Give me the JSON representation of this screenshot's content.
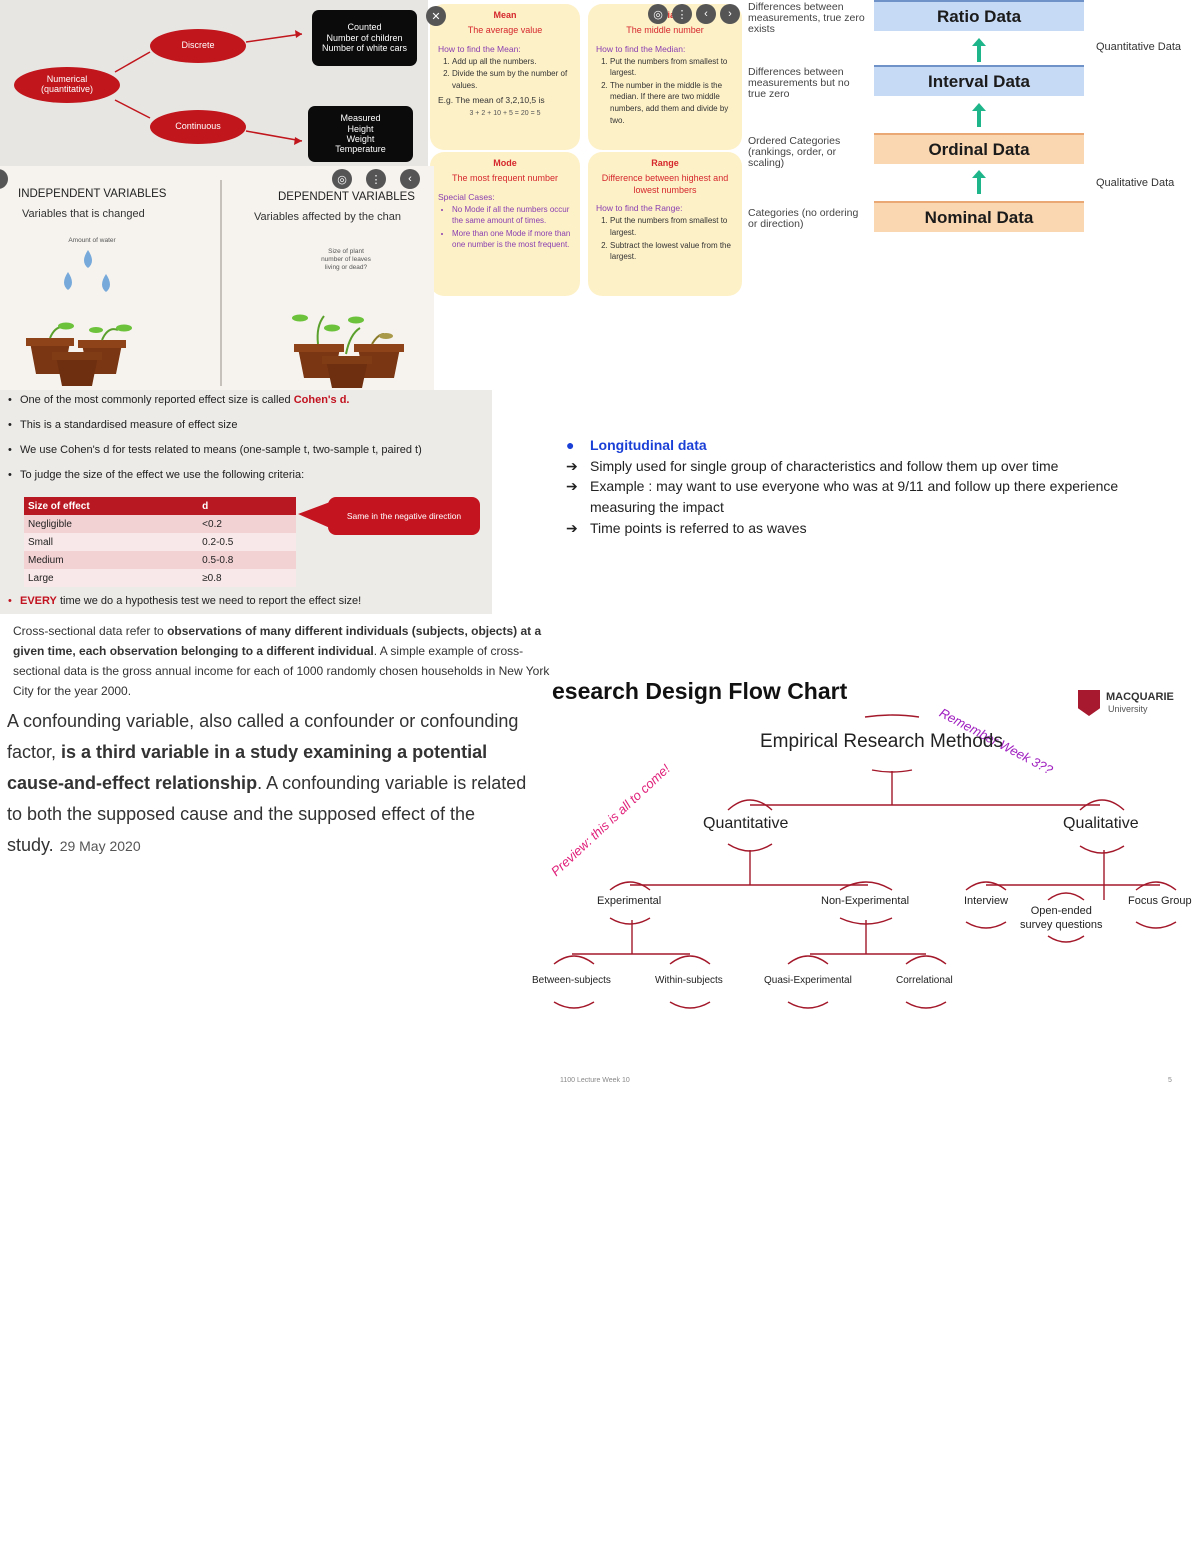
{
  "numerical": {
    "root": "Numerical\n(quantitative)",
    "discrete": "Discrete",
    "continuous": "Continuous",
    "counted": "Counted\nNumber of children\nNumber of white cars",
    "measured": "Measured\nHeight\nWeight\nTemperature"
  },
  "stats_cards": {
    "mean": {
      "title": "Mean",
      "subtitle": "The average value",
      "how": "How to find the Mean:",
      "steps": [
        "Add up all the numbers.",
        "Divide the sum by the number of values."
      ],
      "example": "E.g. The mean of 3,2,10,5 is",
      "formula": "3 + 2 + 10 + 5  =  20  = 5"
    },
    "median": {
      "title": "Median",
      "subtitle": "The middle number",
      "how": "How to find the Median:",
      "steps": [
        "Put the numbers from smallest to largest.",
        "The number in the middle is the median. If there are two middle numbers, add them and divide by two."
      ]
    },
    "mode": {
      "title": "Mode",
      "subtitle": "The most frequent number",
      "how": "Special Cases:",
      "steps": [
        "No Mode if all the numbers occur the same amount of times.",
        "More than one Mode if more than one number is the most frequent."
      ]
    },
    "range": {
      "title": "Range",
      "subtitle": "Difference between highest and lowest numbers",
      "how": "How to find the Range:",
      "steps": [
        "Put the numbers from smallest to largest.",
        "Subtract the lowest value from the largest."
      ]
    }
  },
  "levels": {
    "ratio": {
      "desc": "Differences between measurements, true zero exists",
      "label": "Ratio Data"
    },
    "interval": {
      "desc": "Differences between measurements but no true zero",
      "label": "Interval Data"
    },
    "ordinal": {
      "desc": "Ordered Categories (rankings, order, or scaling)",
      "label": "Ordinal Data"
    },
    "nominal": {
      "desc": "Categories (no ordering or direction)",
      "label": "Nominal Data"
    },
    "quantitative": "Quantitative Data",
    "qualitative": "Qualitative Data",
    "arrow_color": "#1fb58a"
  },
  "variables": {
    "independent_title": "INDEPENDENT VARIABLES",
    "independent_sub": "Variables that is changed",
    "independent_note": "Amount of water",
    "dependent_title": "DEPENDENT VARIABLES",
    "dependent_sub": "Variables affected by the chan",
    "dependent_note": "Size of plant\nnumber of leaves\nliving or dead?"
  },
  "cohen": {
    "b1_pre": "One of the most commonly reported effect size is called ",
    "b1_em": "Cohen's d.",
    "b2": "This is a standardised measure of effect size",
    "b3": "We use Cohen's d for tests related to means (one-sample t, two-sample t, paired t)",
    "b4": "To judge the size of the effect we use the following criteria:",
    "table_headers": [
      "Size of effect",
      "d"
    ],
    "rows": [
      [
        "Negligible",
        "<0.2"
      ],
      [
        "Small",
        "0.2-0.5"
      ],
      [
        "Medium",
        "0.5-0.8"
      ],
      [
        "Large",
        "≥0.8"
      ]
    ],
    "callout": "Same in the negative direction",
    "b5_em": "EVERY",
    "b5_rest": " time we do a hypothesis test we need to report the effect size!"
  },
  "longitudinal": {
    "title": "Longitudinal data",
    "lines": [
      "Simply used for single group of characteristics and follow them up over time",
      "Example : may want to use everyone who was at 9/11 and follow up there experience",
      "measuring the impact",
      "Time points is referred to as waves"
    ]
  },
  "cross_sectional": {
    "p1": "Cross-sectional data refer to ",
    "b1": "observations of many different individuals (subjects, objects) at a given time, each observation belonging to a different individual",
    "p2": ". A simple example of cross-sectional data is the gross annual income for each of 1000 randomly chosen households in New York City for the year 2000."
  },
  "confounding": {
    "p1": "A confounding variable, also called a confounder or confounding factor, ",
    "b1": "is a third variable in a study examining a potential cause-and-effect relationship",
    "p2": ". A confounding variable is related to both the supposed cause and the supposed effect of the study.",
    "date": "29 May 2020"
  },
  "flowchart": {
    "title": "esearch Design Flow Chart",
    "annotation_top": "Remember Week 3??",
    "annotation_left": "Preview: this is all to come!",
    "logo_name": "MACQUARIE",
    "logo_sub": "University",
    "root": "Empirical Research Methods",
    "quantitative": "Quantitative",
    "qualitative": "Qualitative",
    "experimental": "Experimental",
    "non_experimental": "Non-Experimental",
    "interview": "Interview",
    "open_ended": "Open-ended\nsurvey questions",
    "focus_group": "Focus Group",
    "between": "Between-subjects",
    "within": "Within-subjects",
    "quasi": "Quasi-Experimental",
    "correlational": "Correlational",
    "footer_left": "1100 Lecture Week 10",
    "footer_right": "5",
    "line_color": "#a3182a"
  }
}
